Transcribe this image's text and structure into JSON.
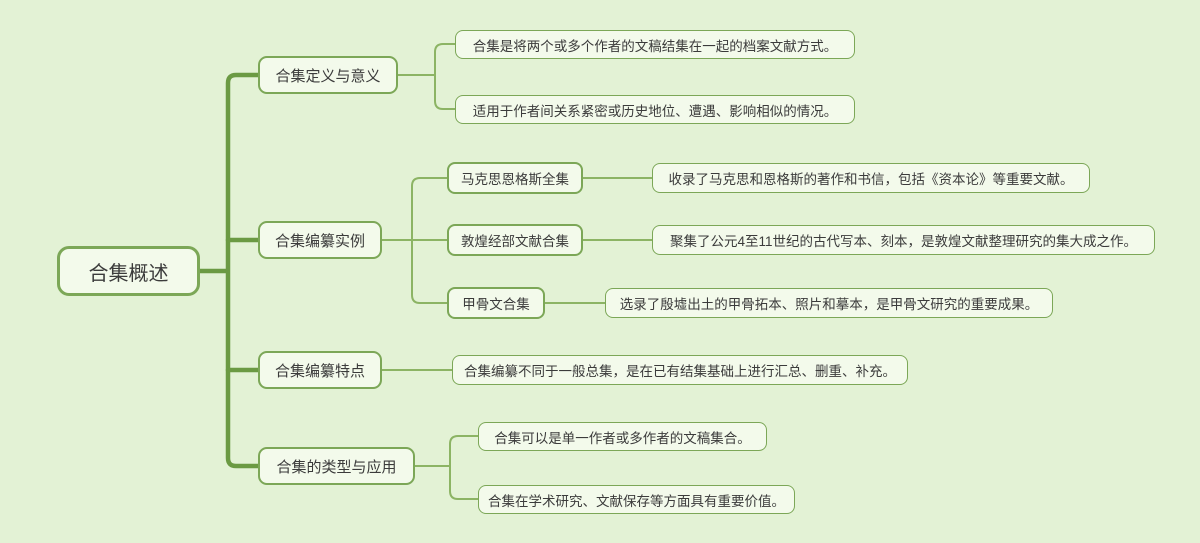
{
  "palette": {
    "background": "#e3f2d5",
    "node_fill": "#f3faeb",
    "node_border": "#7ca757",
    "trunk_line": "#6b9a43",
    "branch_line": "#8cb464",
    "text": "#3b3b3b"
  },
  "root": {
    "id": "root",
    "label": "合集概述"
  },
  "branches": [
    {
      "id": "b1",
      "label": "合集定义与意义",
      "children": [
        {
          "id": "l1a",
          "label": "合集是将两个或多个作者的文稿结集在一起的档案文献方式。"
        },
        {
          "id": "l1b",
          "label": "适用于作者间关系紧密或历史地位、遭遇、影响相似的情况。"
        }
      ]
    },
    {
      "id": "b2",
      "label": "合集编纂实例",
      "children": [
        {
          "id": "s2a",
          "label": "马克思恩格斯全集",
          "children": [
            {
              "id": "l2a",
              "label": "收录了马克思和恩格斯的著作和书信，包括《资本论》等重要文献。"
            }
          ]
        },
        {
          "id": "s2b",
          "label": "敦煌经部文献合集",
          "children": [
            {
              "id": "l2b",
              "label": "聚集了公元4至11世纪的古代写本、刻本，是敦煌文献整理研究的集大成之作。"
            }
          ]
        },
        {
          "id": "s2c",
          "label": "甲骨文合集",
          "children": [
            {
              "id": "l2c",
              "label": "选录了殷墟出土的甲骨拓本、照片和摹本，是甲骨文研究的重要成果。"
            }
          ]
        }
      ]
    },
    {
      "id": "b3",
      "label": "合集编纂特点",
      "children": [
        {
          "id": "l3",
          "label": "合集编纂不同于一般总集，是在已有结集基础上进行汇总、删重、补充。"
        }
      ]
    },
    {
      "id": "b4",
      "label": "合集的类型与应用",
      "children": [
        {
          "id": "l4a",
          "label": "合集可以是单一作者或多作者的文稿集合。"
        },
        {
          "id": "l4b",
          "label": "合集在学术研究、文献保存等方面具有重要价值。"
        }
      ]
    }
  ]
}
